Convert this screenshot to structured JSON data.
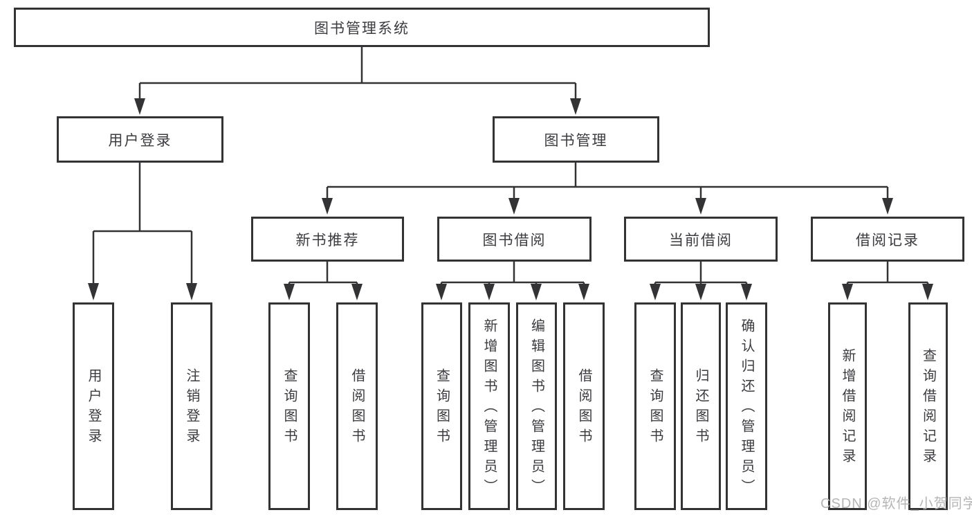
{
  "tree": {
    "root": {
      "label": "图书管理系统"
    },
    "branches": [
      {
        "label": "用户登录",
        "children": [
          {
            "label": "用户登录"
          },
          {
            "label": "注销登录"
          }
        ]
      },
      {
        "label": "图书管理",
        "children": [
          {
            "label": "新书推荐",
            "children": [
              {
                "label": "查询图书"
              },
              {
                "label": "借阅图书"
              }
            ]
          },
          {
            "label": "图书借阅",
            "children": [
              {
                "label": "查询图书"
              },
              {
                "label": "新增图书（管理员）"
              },
              {
                "label": "编辑图书（管理员）"
              },
              {
                "label": "借阅图书"
              }
            ]
          },
          {
            "label": "当前借阅",
            "children": [
              {
                "label": "查询图书"
              },
              {
                "label": "归还图书"
              },
              {
                "label": "确认归还（管理员）"
              }
            ]
          },
          {
            "label": "借阅记录",
            "children": [
              {
                "label": "新增借阅记录"
              },
              {
                "label": "查询借阅记录"
              }
            ]
          }
        ]
      }
    ]
  },
  "watermark": "CSDN @软件_小贺同学",
  "colors": {
    "line": "#333336",
    "text": "#3b3b40",
    "watermark": "#b2b2b2",
    "background": "#ffffff"
  }
}
